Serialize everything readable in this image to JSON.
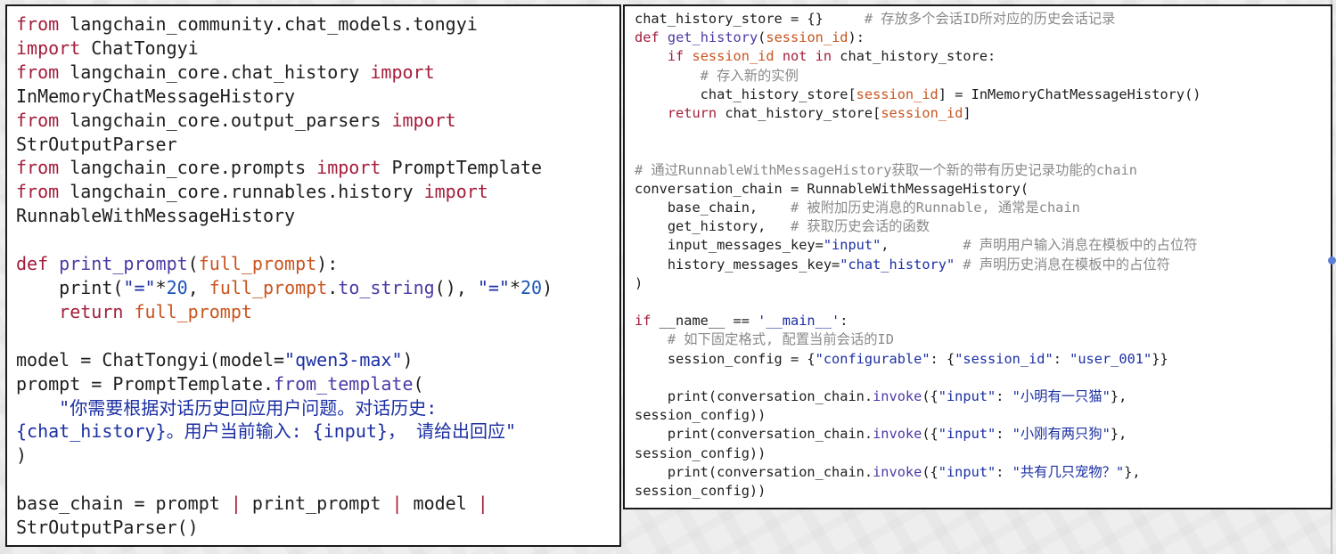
{
  "left_code": [
    [
      {
        "t": "kw",
        "v": "from"
      },
      {
        "t": "",
        "v": " langchain_community.chat_models.tongyi"
      }
    ],
    [
      {
        "t": "kw",
        "v": "import"
      },
      {
        "t": "",
        "v": " ChatTongyi"
      }
    ],
    [
      {
        "t": "kw",
        "v": "from"
      },
      {
        "t": "",
        "v": " langchain_core.chat_history "
      },
      {
        "t": "kw",
        "v": "import"
      }
    ],
    [
      {
        "t": "",
        "v": "InMemoryChatMessageHistory"
      }
    ],
    [
      {
        "t": "kw",
        "v": "from"
      },
      {
        "t": "",
        "v": " langchain_core.output_parsers "
      },
      {
        "t": "kw",
        "v": "import"
      }
    ],
    [
      {
        "t": "",
        "v": "StrOutputParser"
      }
    ],
    [
      {
        "t": "kw",
        "v": "from"
      },
      {
        "t": "",
        "v": " langchain_core.prompts "
      },
      {
        "t": "kw",
        "v": "import"
      },
      {
        "t": "",
        "v": " PromptTemplate"
      }
    ],
    [
      {
        "t": "kw",
        "v": "from"
      },
      {
        "t": "",
        "v": " langchain_core.runnables.history "
      },
      {
        "t": "kw",
        "v": "import"
      }
    ],
    [
      {
        "t": "",
        "v": "RunnableWithMessageHistory"
      }
    ],
    [],
    [
      {
        "t": "kw",
        "v": "def"
      },
      {
        "t": "",
        "v": " "
      },
      {
        "t": "fn",
        "v": "print_prompt"
      },
      {
        "t": "",
        "v": "("
      },
      {
        "t": "pa",
        "v": "full_prompt"
      },
      {
        "t": "",
        "v": "):"
      }
    ],
    [
      {
        "t": "",
        "v": "    print("
      },
      {
        "t": "st",
        "v": "\"=\""
      },
      {
        "t": "",
        "v": "*"
      },
      {
        "t": "nu",
        "v": "20"
      },
      {
        "t": "",
        "v": ", "
      },
      {
        "t": "pa",
        "v": "full_prompt"
      },
      {
        "t": "",
        "v": "."
      },
      {
        "t": "mt",
        "v": "to_string"
      },
      {
        "t": "",
        "v": "(), "
      },
      {
        "t": "st",
        "v": "\"=\""
      },
      {
        "t": "",
        "v": "*"
      },
      {
        "t": "nu",
        "v": "20"
      },
      {
        "t": "",
        "v": ")"
      }
    ],
    [
      {
        "t": "",
        "v": "    "
      },
      {
        "t": "kw",
        "v": "return"
      },
      {
        "t": "",
        "v": " "
      },
      {
        "t": "pa",
        "v": "full_prompt"
      }
    ],
    [],
    [
      {
        "t": "",
        "v": "model = ChatTongyi(model="
      },
      {
        "t": "st",
        "v": "\"qwen3-max\""
      },
      {
        "t": "",
        "v": ")"
      }
    ],
    [
      {
        "t": "",
        "v": "prompt = PromptTemplate."
      },
      {
        "t": "mt",
        "v": "from_template"
      },
      {
        "t": "",
        "v": "("
      }
    ],
    [
      {
        "t": "st",
        "v": "    \"你需要根据对话历史回应用户问题。对话历史:"
      }
    ],
    [
      {
        "t": "st",
        "v": "{chat_history}。用户当前输入: {input}， 请给出回应\""
      }
    ],
    [
      {
        "t": "",
        "v": ")"
      }
    ],
    [],
    [
      {
        "t": "",
        "v": "base_chain = prompt "
      },
      {
        "t": "kw",
        "v": "|"
      },
      {
        "t": "",
        "v": " print_prompt "
      },
      {
        "t": "kw",
        "v": "|"
      },
      {
        "t": "",
        "v": " model "
      },
      {
        "t": "kw",
        "v": "|"
      }
    ],
    [
      {
        "t": "",
        "v": "StrOutputParser()"
      }
    ]
  ],
  "right_code": [
    [
      {
        "t": "",
        "v": "chat_history_store = {}     "
      },
      {
        "t": "cm",
        "v": "# 存放多个会话ID所对应的历史会话记录"
      }
    ],
    [
      {
        "t": "kw",
        "v": "def"
      },
      {
        "t": "",
        "v": " "
      },
      {
        "t": "fn",
        "v": "get_history"
      },
      {
        "t": "",
        "v": "("
      },
      {
        "t": "pa",
        "v": "session_id"
      },
      {
        "t": "",
        "v": "):"
      }
    ],
    [
      {
        "t": "",
        "v": "    "
      },
      {
        "t": "kw",
        "v": "if"
      },
      {
        "t": "",
        "v": " "
      },
      {
        "t": "pa",
        "v": "session_id"
      },
      {
        "t": "",
        "v": " "
      },
      {
        "t": "kw",
        "v": "not in"
      },
      {
        "t": "",
        "v": " chat_history_store:"
      }
    ],
    [
      {
        "t": "cm",
        "v": "        # 存入新的实例"
      }
    ],
    [
      {
        "t": "",
        "v": "        chat_history_store["
      },
      {
        "t": "pa",
        "v": "session_id"
      },
      {
        "t": "",
        "v": "] = InMemoryChatMessageHistory()"
      }
    ],
    [
      {
        "t": "",
        "v": "    "
      },
      {
        "t": "kw",
        "v": "return"
      },
      {
        "t": "",
        "v": " chat_history_store["
      },
      {
        "t": "pa",
        "v": "session_id"
      },
      {
        "t": "",
        "v": "]"
      }
    ],
    [],
    [],
    [
      {
        "t": "cm",
        "v": "# 通过RunnableWithMessageHistory获取一个新的带有历史记录功能的chain"
      }
    ],
    [
      {
        "t": "",
        "v": "conversation_chain = RunnableWithMessageHistory("
      }
    ],
    [
      {
        "t": "",
        "v": "    base_chain,    "
      },
      {
        "t": "cm",
        "v": "# 被附加历史消息的Runnable, 通常是chain"
      }
    ],
    [
      {
        "t": "",
        "v": "    get_history,   "
      },
      {
        "t": "cm",
        "v": "# 获取历史会话的函数"
      }
    ],
    [
      {
        "t": "",
        "v": "    input_messages_key="
      },
      {
        "t": "st",
        "v": "\"input\""
      },
      {
        "t": "",
        "v": ",         "
      },
      {
        "t": "cm",
        "v": "# 声明用户输入消息在模板中的占位符"
      }
    ],
    [
      {
        "t": "",
        "v": "    history_messages_key="
      },
      {
        "t": "st",
        "v": "\"chat_history\""
      },
      {
        "t": "",
        "v": " "
      },
      {
        "t": "cm",
        "v": "# 声明历史消息在模板中的占位符"
      }
    ],
    [
      {
        "t": "",
        "v": ")"
      }
    ],
    [],
    [
      {
        "t": "kw",
        "v": "if"
      },
      {
        "t": "",
        "v": " __name__ == "
      },
      {
        "t": "st",
        "v": "'__main__'"
      },
      {
        "t": "",
        "v": ":"
      }
    ],
    [
      {
        "t": "cm",
        "v": "    # 如下固定格式, 配置当前会话的ID"
      }
    ],
    [
      {
        "t": "",
        "v": "    session_config = {"
      },
      {
        "t": "st",
        "v": "\"configurable\""
      },
      {
        "t": "",
        "v": ": {"
      },
      {
        "t": "st",
        "v": "\"session_id\""
      },
      {
        "t": "",
        "v": ": "
      },
      {
        "t": "st",
        "v": "\"user_001\""
      },
      {
        "t": "",
        "v": "}}"
      }
    ],
    [],
    [
      {
        "t": "",
        "v": "    print(conversation_chain."
      },
      {
        "t": "mt",
        "v": "invoke"
      },
      {
        "t": "",
        "v": "({"
      },
      {
        "t": "st",
        "v": "\"input\""
      },
      {
        "t": "",
        "v": ": "
      },
      {
        "t": "st",
        "v": "\"小明有一只猫\""
      },
      {
        "t": "",
        "v": "},"
      }
    ],
    [
      {
        "t": "",
        "v": "session_config))"
      }
    ],
    [
      {
        "t": "",
        "v": "    print(conversation_chain."
      },
      {
        "t": "mt",
        "v": "invoke"
      },
      {
        "t": "",
        "v": "({"
      },
      {
        "t": "st",
        "v": "\"input\""
      },
      {
        "t": "",
        "v": ": "
      },
      {
        "t": "st",
        "v": "\"小刚有两只狗\""
      },
      {
        "t": "",
        "v": "},"
      }
    ],
    [
      {
        "t": "",
        "v": "session_config))"
      }
    ],
    [
      {
        "t": "",
        "v": "    print(conversation_chain."
      },
      {
        "t": "mt",
        "v": "invoke"
      },
      {
        "t": "",
        "v": "({"
      },
      {
        "t": "st",
        "v": "\"input\""
      },
      {
        "t": "",
        "v": ": "
      },
      {
        "t": "st",
        "v": "\"共有几只宠物？\""
      },
      {
        "t": "",
        "v": "},"
      }
    ],
    [
      {
        "t": "",
        "v": "session_config))"
      }
    ]
  ],
  "colors": {
    "keyword": "#a41d3a",
    "function": "#4a3aa5",
    "parameter": "#c9541f",
    "string": "#1b2fa3",
    "number": "#1b55b8",
    "comment": "#8a8a8a"
  }
}
